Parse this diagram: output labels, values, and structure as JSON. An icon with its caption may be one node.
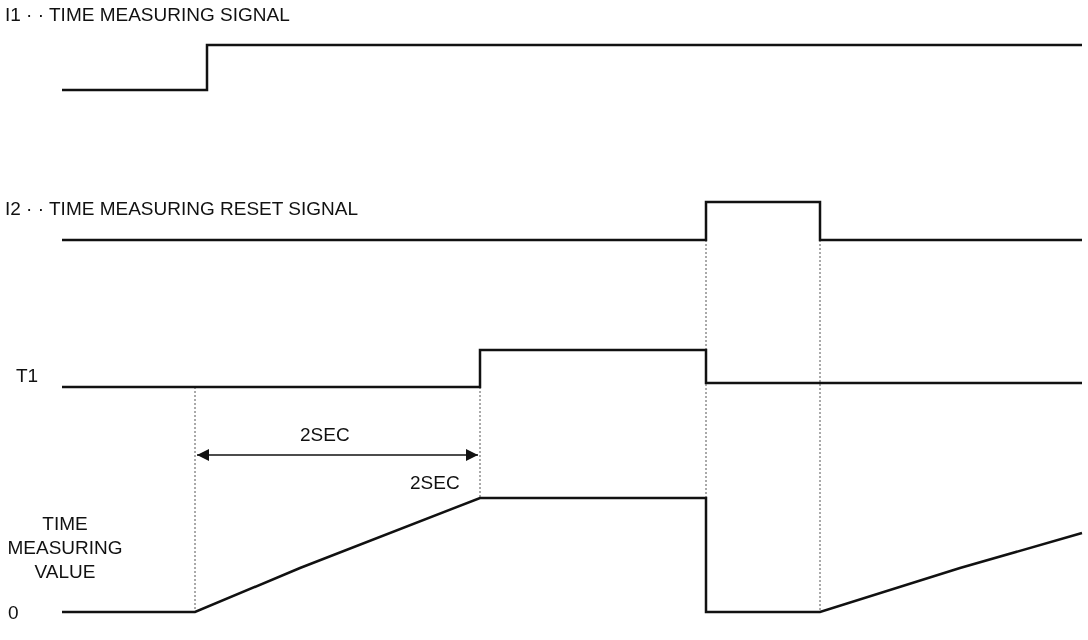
{
  "diagram": {
    "labels": [
      "I1 · · TIME MEASURING SIGNAL",
      "I2 · · TIME MEASURING RESET SIGNAL",
      "T1",
      "2SEC",
      "2SEC",
      "TIME MEASURING VALUE",
      "0"
    ]
  }
}
